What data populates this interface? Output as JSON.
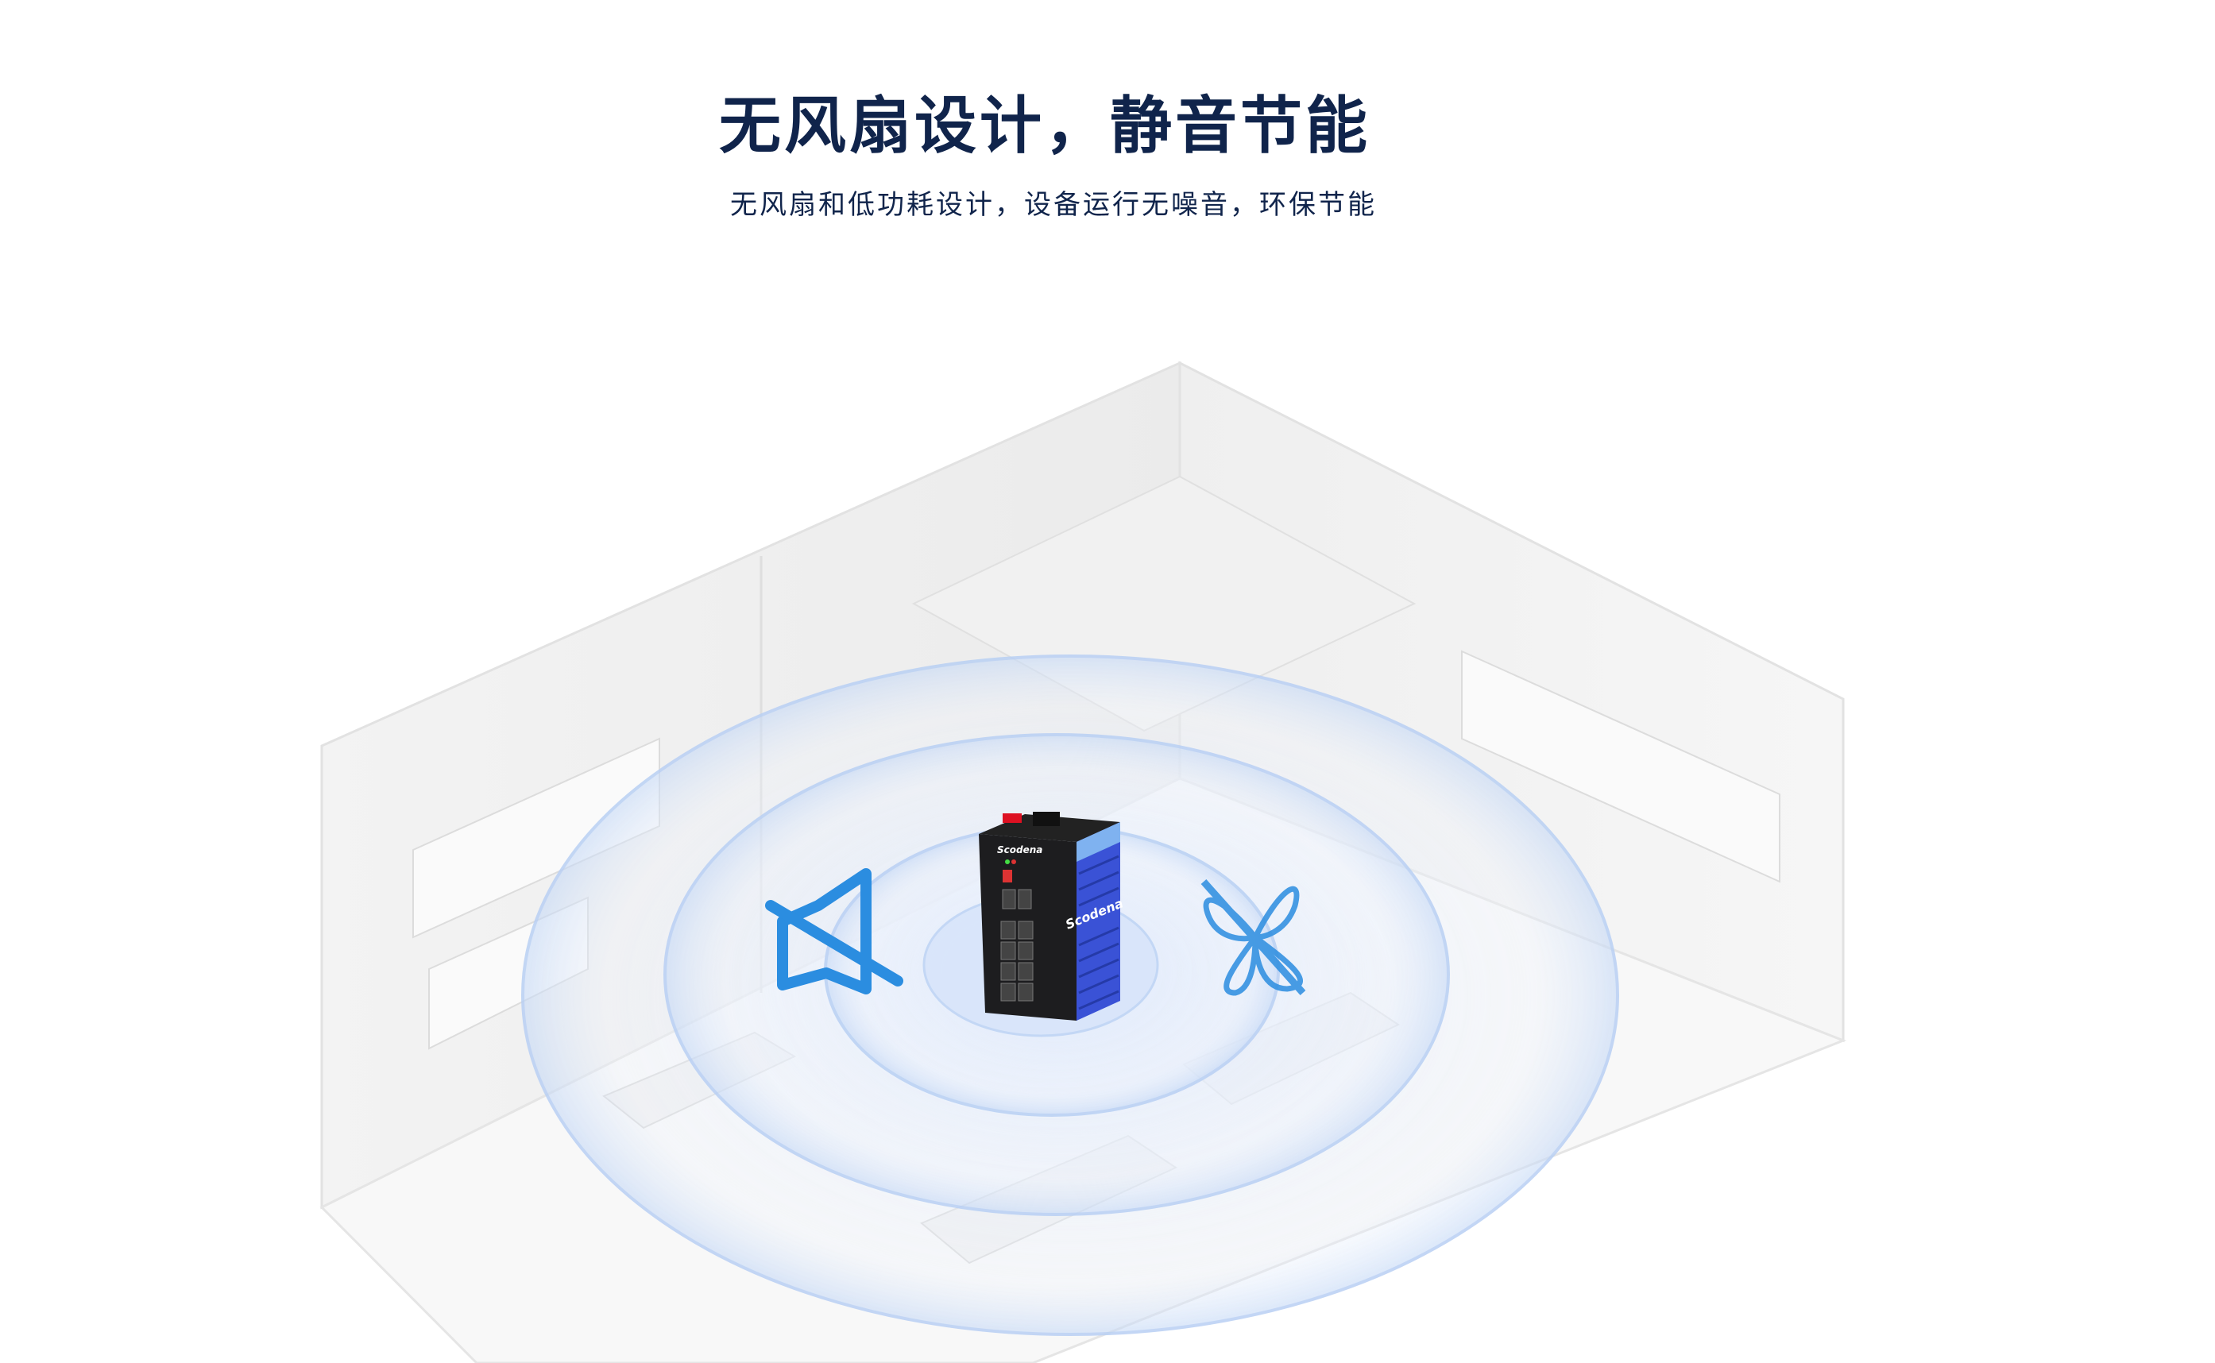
{
  "header": {
    "title": "无风扇设计，静音节能",
    "subtitle": "无风扇和低功耗设计，设备运行无噪音，环保节能"
  },
  "device": {
    "brand": "Scodena"
  },
  "colors": {
    "title": "#10244b",
    "accent": "#2b8de0",
    "ring": "#c9dcf7",
    "device_body": "#3b4fd0"
  },
  "icons": [
    "mute-speaker-icon",
    "fan-off-icon"
  ]
}
